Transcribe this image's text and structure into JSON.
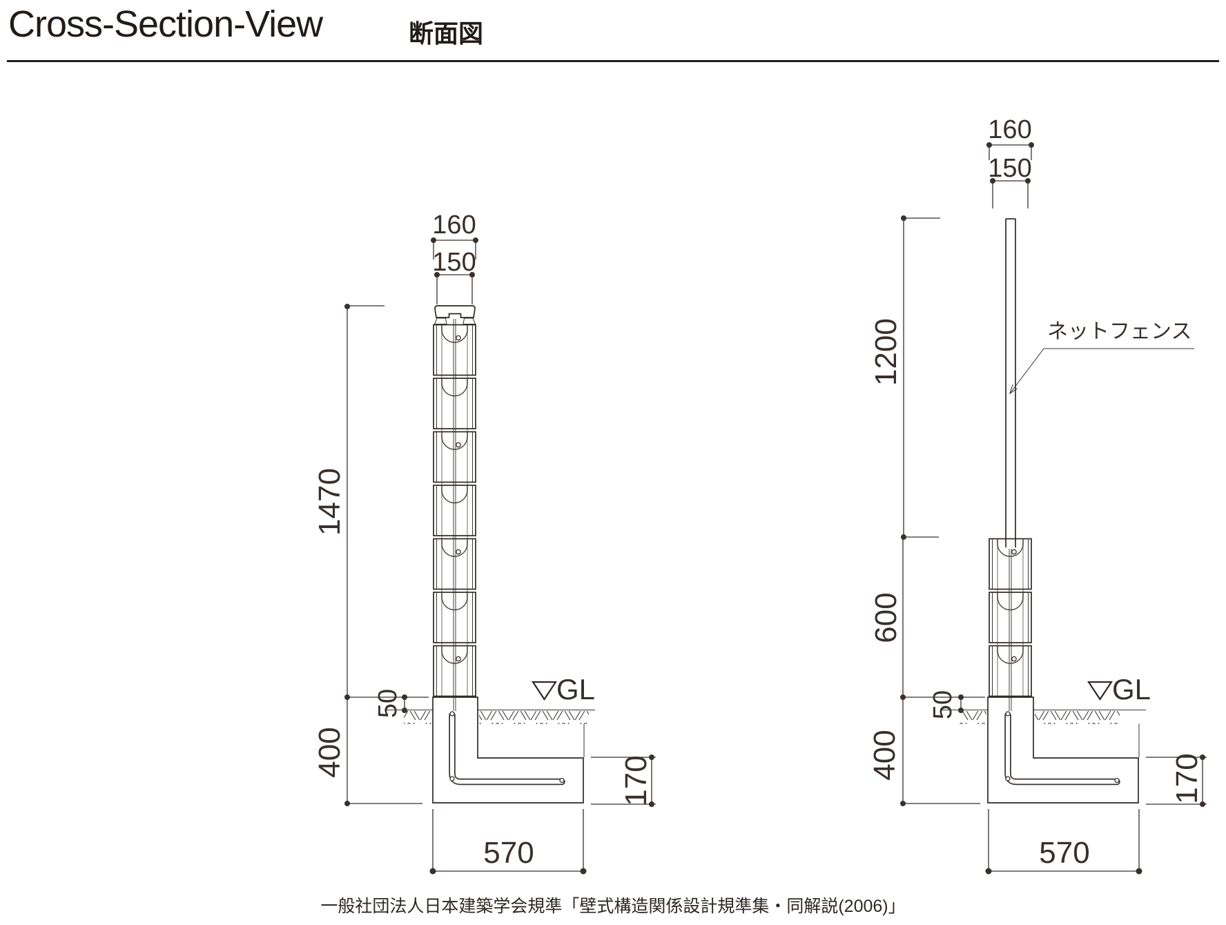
{
  "header": {
    "title_en": "Cross-Section-View",
    "title_ja": "断面図"
  },
  "footer": {
    "caption": "一般社団法人日本建築学会規準「壁式構造関係設計規準集・同解説(2006)」"
  },
  "left_drawing": {
    "dim_block_outer": "160",
    "dim_block_inner": "150",
    "dim_wall_height": "1470",
    "dim_embed": "50",
    "dim_foundation_depth": "400",
    "dim_footing_thickness": "170",
    "dim_footing_width": "570",
    "gl_label": "GL"
  },
  "right_drawing": {
    "dim_block_outer": "160",
    "dim_block_inner": "150",
    "dim_fence_height": "1200",
    "dim_wall_height": "600",
    "dim_embed": "50",
    "dim_foundation_depth": "400",
    "dim_footing_thickness": "170",
    "dim_footing_width": "570",
    "gl_label": "GL",
    "fence_label": "ネットフェンス"
  },
  "colors": {
    "line": "#332c28",
    "gray_line": "#a5a4a2",
    "text": "#38302c"
  }
}
